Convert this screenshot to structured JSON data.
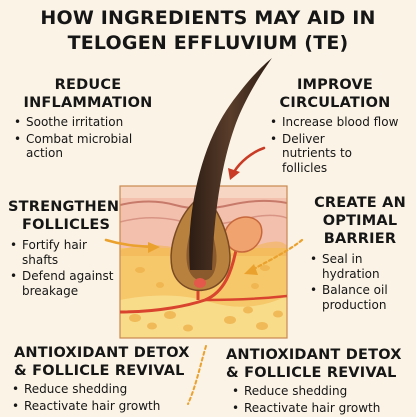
{
  "title": {
    "line1": "HOW INGREDIENTS MAY AID IN",
    "line2": "TELOGEN EFFLUVIUM (TE)"
  },
  "sections": {
    "reduce_inflammation": {
      "heading_line1": "REDUCE",
      "heading_line2": "INFLAMMATION",
      "bullets": [
        "Soothe irritation",
        "Combat microbial action"
      ]
    },
    "improve_circulation": {
      "heading_line1": "IMPROVE",
      "heading_line2": "CIRCULATION",
      "bullets": [
        "Increase blood flow",
        "Deliver nutrients to follicles"
      ]
    },
    "strengthen_follicles": {
      "heading_line1": "STRENGTHEN",
      "heading_line2": "FOLLICLES",
      "bullets": [
        "Fortify hair shafts",
        "Defend against breakage"
      ]
    },
    "optimal_barrier": {
      "heading_line1": "CREATE AN",
      "heading_line2": "OPTIMAL",
      "heading_line3": "BARRIER",
      "bullets": [
        "Seal in hydration",
        "Balance oil production"
      ]
    },
    "antioxidant_left": {
      "heading_line1": "ANTIOXIDANT DETOX",
      "heading_line2": "& FOLLICLE REVIVAL",
      "bullets": [
        "Reduce shedding",
        "Reactivate hair growth"
      ]
    },
    "antioxidant_right": {
      "heading_line1": "ANTIOXIDANT DETOX",
      "heading_line2": "& FOLLICLE REVIVAL",
      "bullets": [
        "Reduce shedding",
        "Reactivate hair growth"
      ]
    }
  },
  "colors": {
    "background": "#fbf3e6",
    "skin_pink": "#f2b5a6",
    "skin_yellow": "#f6c86a",
    "hair_brown": "#3e2a1f",
    "arrow_orange": "#eaa12e",
    "arrow_red": "#c93b24",
    "vessel_red": "#d9442f"
  },
  "icons": [
    "skin-cross-section-illustration",
    "hair-strand",
    "hair-follicle",
    "sebaceous-gland",
    "blood-vessel",
    "arrow-icon"
  ]
}
